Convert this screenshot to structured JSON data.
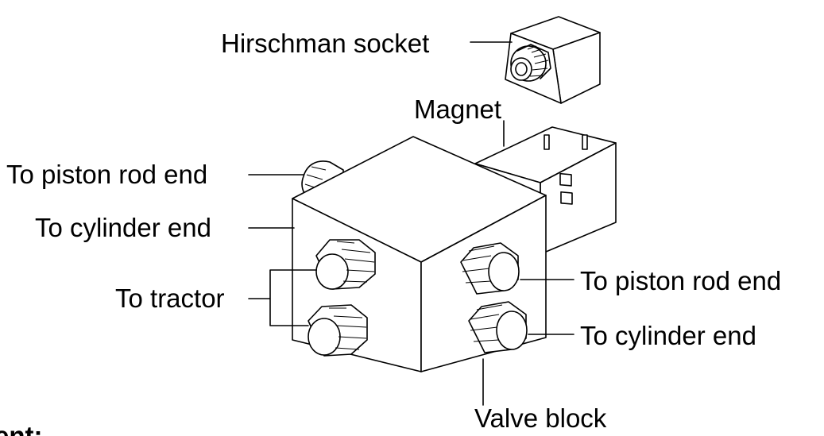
{
  "labels": {
    "hirschman_socket": "Hirschman socket",
    "magnet": "Magnet",
    "to_piston_rod_end_left": "To piston rod end",
    "to_cylinder_end_left": "To cylinder end",
    "to_tractor": "To tractor",
    "to_piston_rod_end_right": "To piston rod end",
    "to_cylinder_end_right": "To cylinder end",
    "valve_block": "Valve block"
  },
  "cutoff_heading": "tent:"
}
